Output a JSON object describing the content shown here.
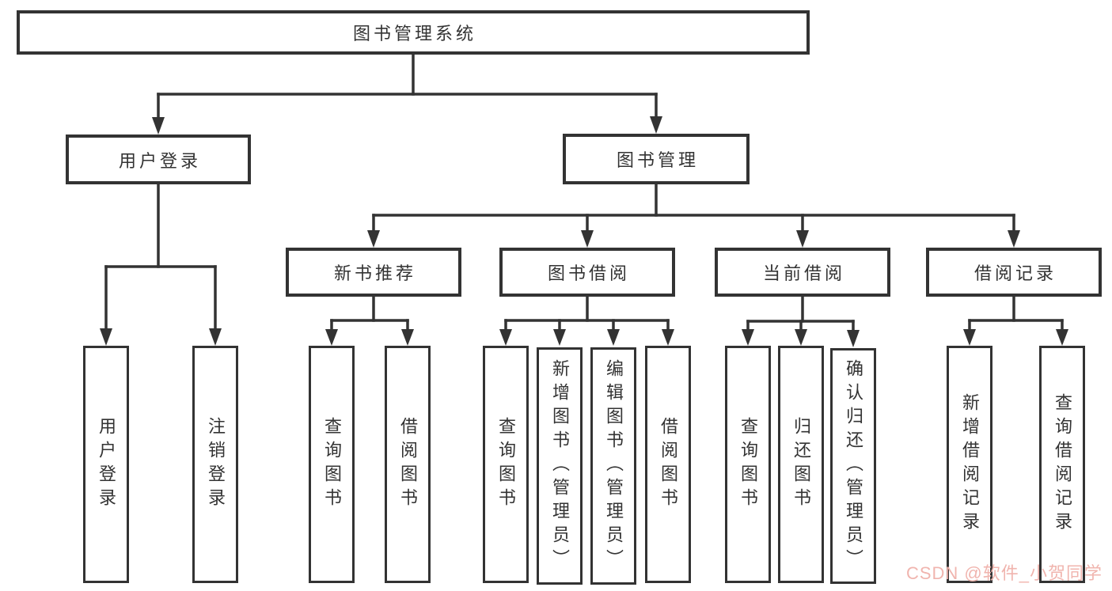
{
  "page": {
    "background": "#ffffff"
  },
  "colors": {
    "line": "#333333",
    "box_border": "#333333",
    "text": "#333333",
    "watermark": "#f0b1aa"
  },
  "tree": {
    "root": {
      "label": "图书管理系统"
    },
    "children": [
      {
        "label": "用户登录",
        "children": [
          {
            "label": "用户登录"
          },
          {
            "label": "注销登录"
          }
        ]
      },
      {
        "label": "图书管理",
        "children": [
          {
            "label": "新书推荐",
            "children": [
              {
                "label": "查询图书"
              },
              {
                "label": "借阅图书"
              }
            ]
          },
          {
            "label": "图书借阅",
            "children": [
              {
                "label": "查询图书"
              },
              {
                "label": "新增图书（管理员）"
              },
              {
                "label": "编辑图书（管理员）"
              },
              {
                "label": "借阅图书"
              }
            ]
          },
          {
            "label": "当前借阅",
            "children": [
              {
                "label": "查询图书"
              },
              {
                "label": "归还图书"
              },
              {
                "label": "确认归还（管理员）"
              }
            ]
          },
          {
            "label": "借阅记录",
            "children": [
              {
                "label": "新增借阅记录"
              },
              {
                "label": "查询借阅记录"
              }
            ]
          }
        ]
      }
    ]
  },
  "watermark": {
    "text": "CSDN @软件_小贺同学"
  }
}
